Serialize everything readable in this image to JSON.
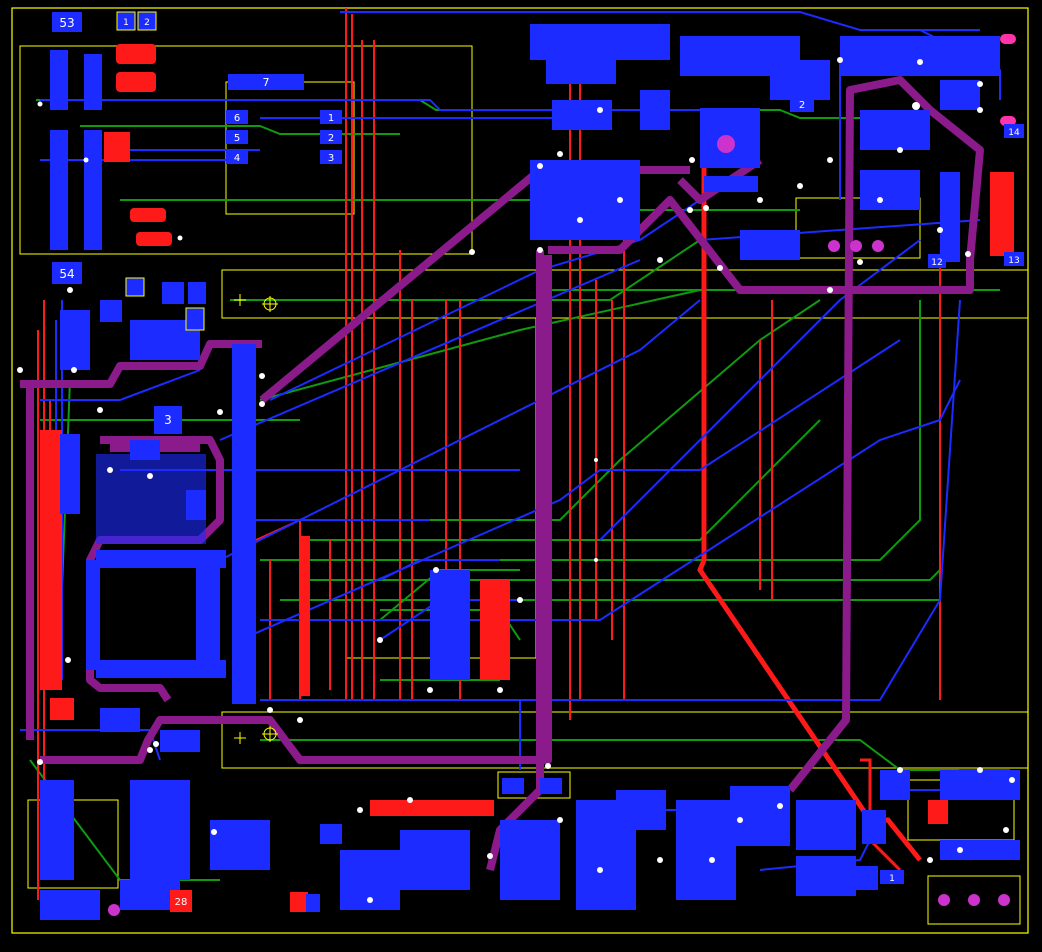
{
  "board": {
    "outline_color": "#ffff00",
    "layer_colors": {
      "top_copper": "#ff1a1a",
      "bottom_copper": "#1c2bff",
      "inner_signal": "#109a10",
      "power": "#8b1a8b",
      "silkscreen": "#ffff00",
      "via": "#ffffff",
      "thru_pad": "#cc33cc"
    }
  },
  "pads": {
    "p53": "53",
    "p54": "54",
    "p7": "7",
    "p3": "3",
    "p12": "12",
    "p13": "13",
    "p14": "14",
    "p28": "28",
    "top1": "1",
    "top2": "2"
  },
  "relay": {
    "left_pins": [
      "6",
      "5",
      "4"
    ],
    "right_pins": [
      "1",
      "2",
      "3"
    ]
  },
  "part_labels": {
    "label_2": "2",
    "label_1": "1"
  }
}
